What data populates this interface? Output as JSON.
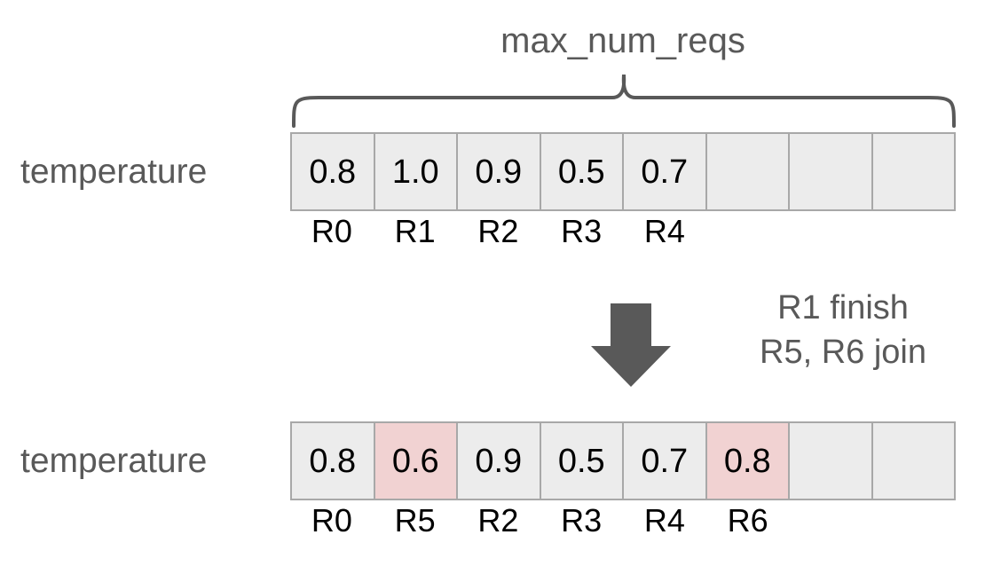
{
  "diagram": {
    "bracket_label": "max_num_reqs",
    "row_before": {
      "label": "temperature",
      "cells": [
        {
          "value": "0.8",
          "highlight": false
        },
        {
          "value": "1.0",
          "highlight": false
        },
        {
          "value": "0.9",
          "highlight": false
        },
        {
          "value": "0.5",
          "highlight": false
        },
        {
          "value": "0.7",
          "highlight": false
        },
        {
          "value": "",
          "highlight": false
        },
        {
          "value": "",
          "highlight": false
        },
        {
          "value": "",
          "highlight": false
        }
      ],
      "ticks": [
        "R0",
        "R1",
        "R2",
        "R3",
        "R4",
        "",
        "",
        ""
      ]
    },
    "transition": {
      "icon": "down-arrow-icon",
      "line1": "R1 finish",
      "line2": "R5, R6 join"
    },
    "row_after": {
      "label": "temperature",
      "cells": [
        {
          "value": "0.8",
          "highlight": false
        },
        {
          "value": "0.6",
          "highlight": true
        },
        {
          "value": "0.9",
          "highlight": false
        },
        {
          "value": "0.5",
          "highlight": false
        },
        {
          "value": "0.7",
          "highlight": false
        },
        {
          "value": "0.8",
          "highlight": true
        },
        {
          "value": "",
          "highlight": false
        },
        {
          "value": "",
          "highlight": false
        }
      ],
      "ticks": [
        "R0",
        "R5",
        "R2",
        "R3",
        "R4",
        "R6",
        "",
        ""
      ]
    },
    "colors": {
      "cell_fill": "#ececec",
      "cell_border": "#a8a8a8",
      "highlight_fill": "#f1d2d2",
      "label_gray": "#595959",
      "value_black": "#000000",
      "arrow_gray": "#595959"
    }
  }
}
